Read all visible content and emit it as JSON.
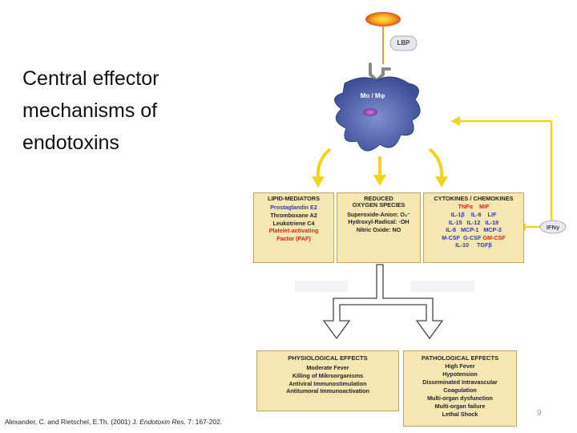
{
  "title_lines": [
    "Central effector",
    "mechanisms of",
    "endotoxins"
  ],
  "citation": {
    "prefix": "Alexander, C. and Rietschel, E.Th. (2001) J. ",
    "journal": "Endotoxin Res",
    "suffix": ". 7: 167-202."
  },
  "page_number": "9",
  "lbp_label": "LBP",
  "cell_label": "Mo / Mφ",
  "ifn_label": "IFNγ",
  "lipid_box": {
    "heading": "LIPID-MEDIATORS",
    "lines": [
      {
        "text": "Prostaglandin E2",
        "color": "blue"
      },
      {
        "text": "Thromboxane A2",
        "color": "dark"
      },
      {
        "text": "Leukotriene C4",
        "color": "dark"
      },
      {
        "text": "Platelet-activating",
        "color": "red"
      },
      {
        "text": "Factor  (PAF)",
        "color": "red"
      }
    ]
  },
  "oxygen_box": {
    "heading_1": "REDUCED",
    "heading_2": "OXYGEN SPECIES",
    "lines": [
      "Superoxide-Anion: O₂⁻",
      "Hydroxyl-Radical: ·OH",
      "Nitric Oxide: NO"
    ]
  },
  "cytokine_box": {
    "heading": "CYTOKINES / CHEMOKINES",
    "line1_a": "TNFα",
    "line1_b": "MIF",
    "line2": "IL-1β    IL-6    LIF",
    "line3": "IL-15   IL-12   IL-18",
    "line4": "IL-8   MCP-1   MCP-3",
    "line5_a": "M-CSF  G-CSF",
    "line5_b": "GM-CSF",
    "line6": "IL-10     TGFβ"
  },
  "physio_box": {
    "heading": "PHYSIOLOGICAL EFFECTS",
    "lines": [
      "Moderate Fever",
      "Killing of Mikroorganisms",
      "Antiviral Immunostimulation",
      "Antitumoral Immunoactivation"
    ]
  },
  "patho_box": {
    "heading": "PATHOLOGICAL EFFECTS",
    "lines": [
      "High Fever",
      "Hypotension",
      "Disseminated Intravascular",
      "Coagulation",
      "Multi-organ dysfunction",
      "Multi-organ failure",
      "Lethal Shock"
    ]
  },
  "colors": {
    "box_fill": "#f6e6b2",
    "arrow_yellow": "#f2d41c",
    "cell_blue": "#5b6fb3",
    "blue_text": "#2d3ea8",
    "red_text": "#d0251c"
  }
}
